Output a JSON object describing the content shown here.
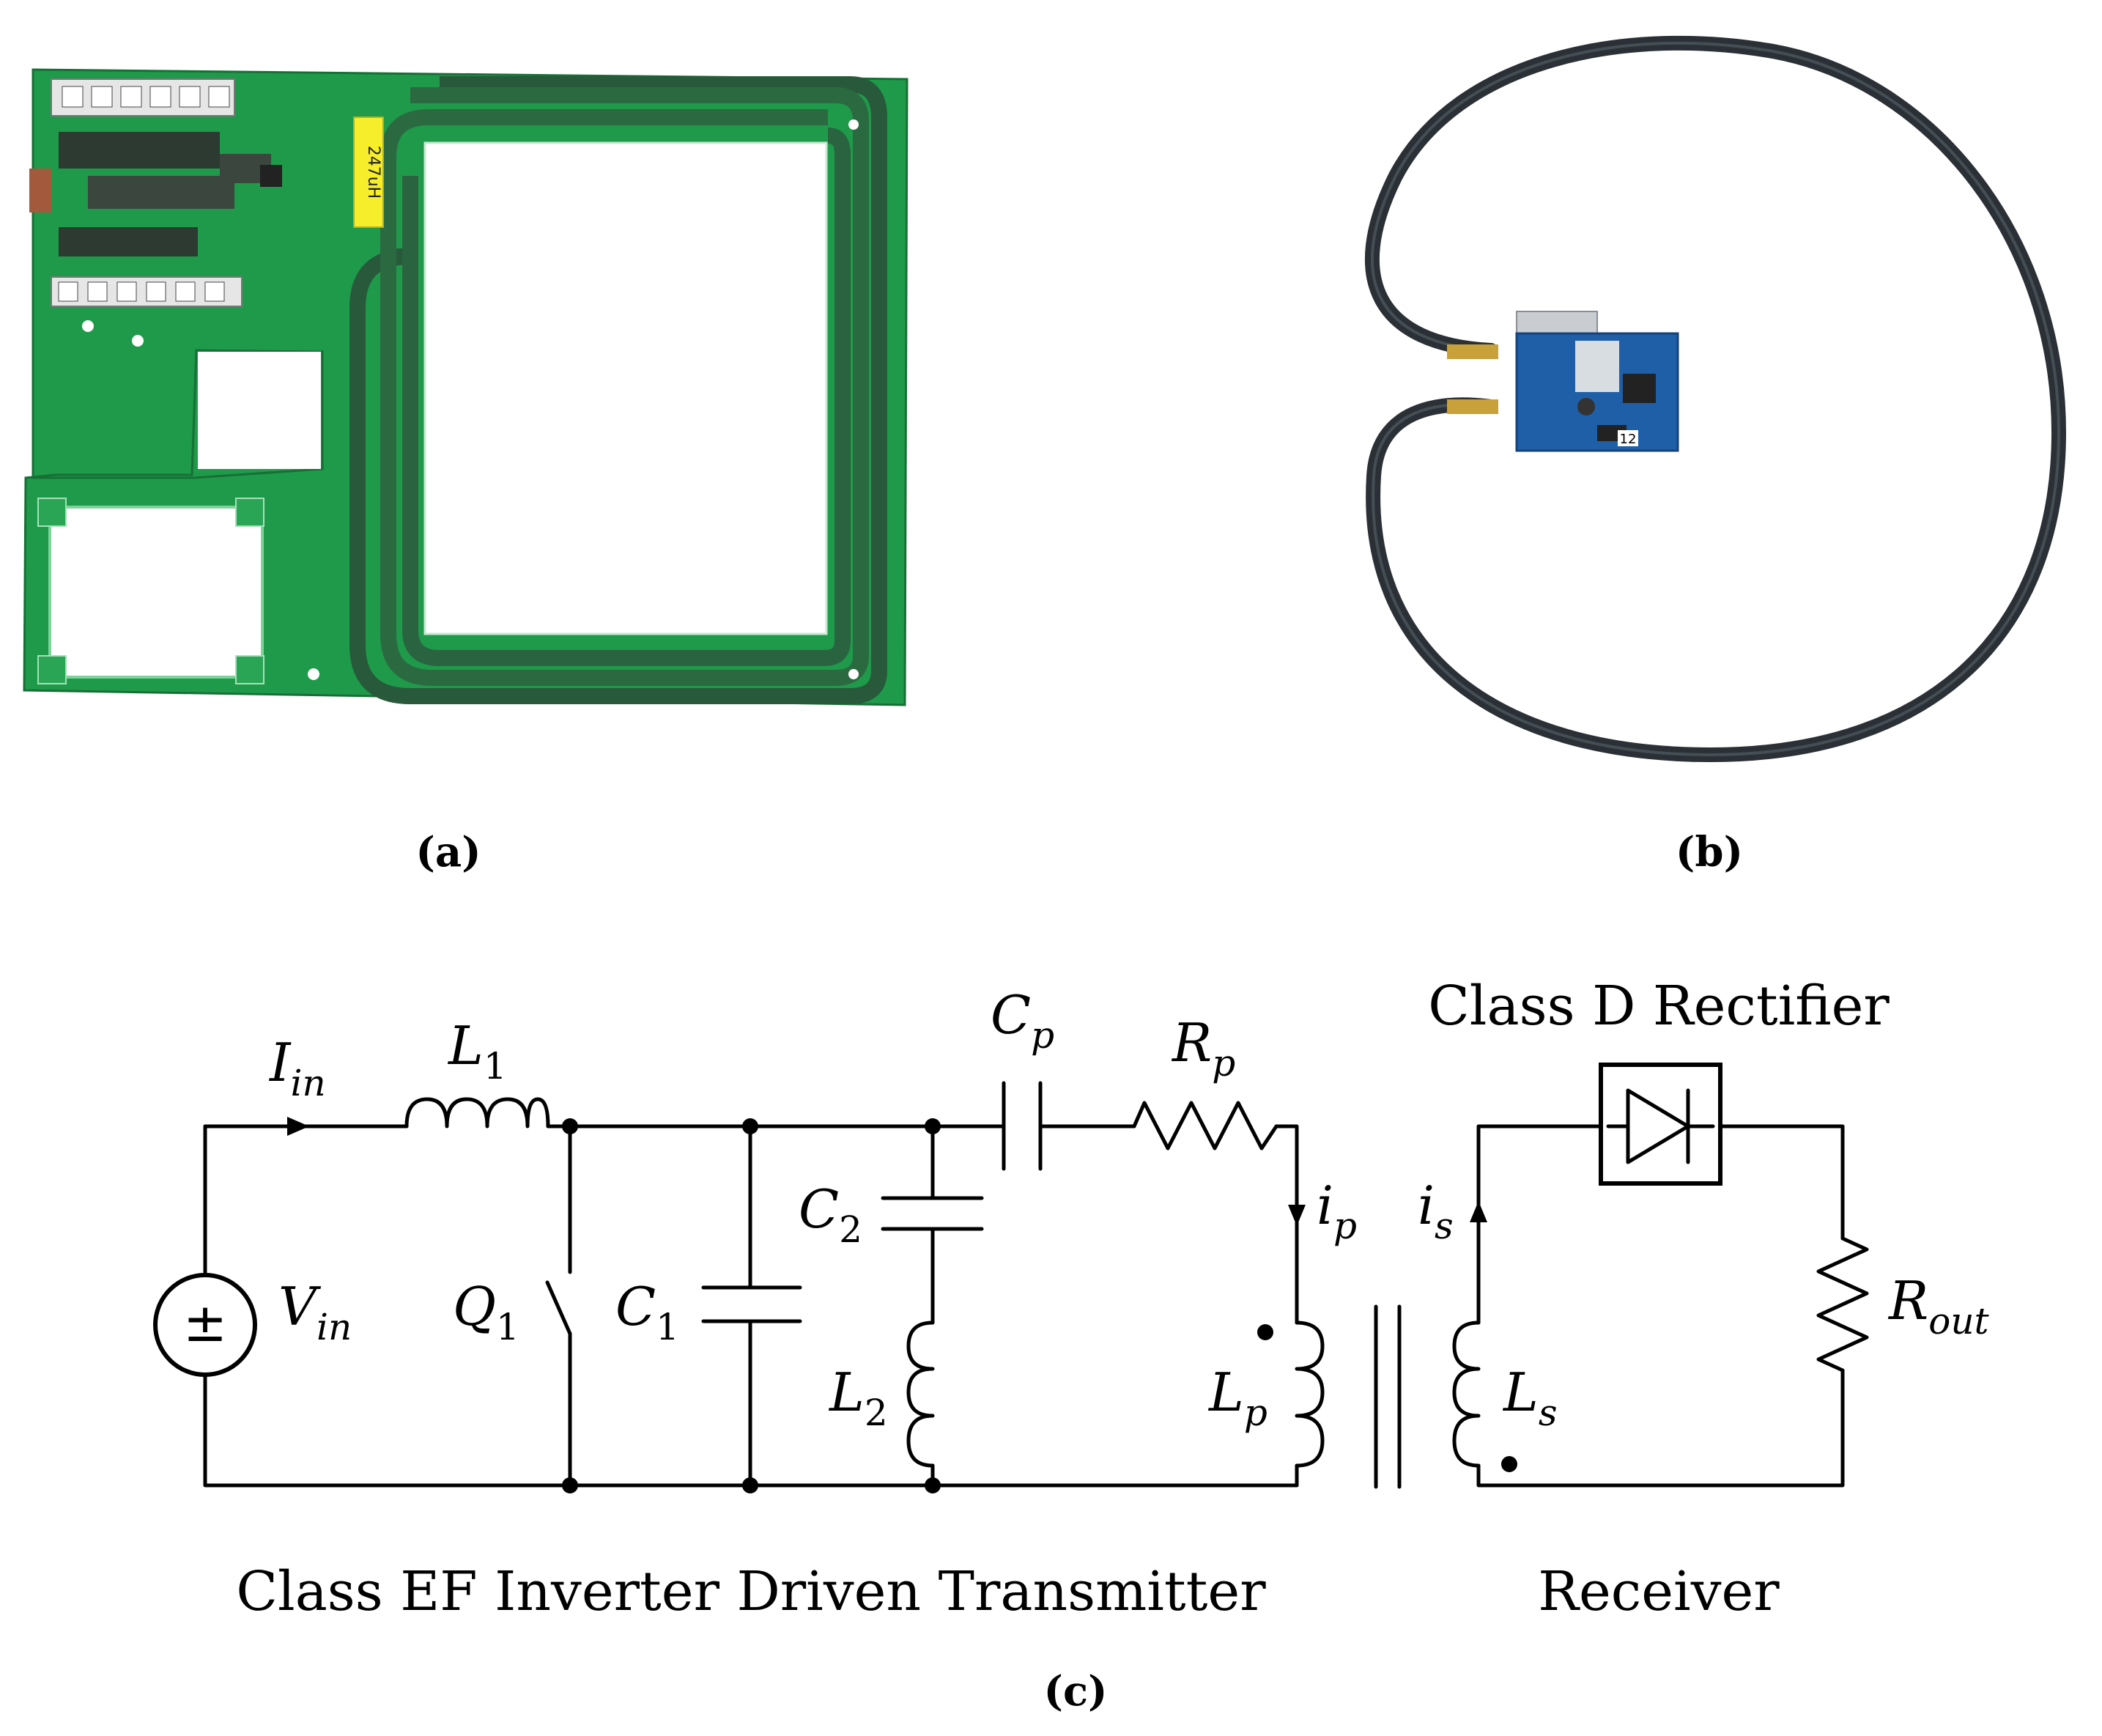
{
  "panels": {
    "a": {
      "caption": "(a)",
      "coil_tag": "247uH"
    },
    "b": {
      "caption": "(b)",
      "board_tag": "12"
    },
    "c": {
      "caption": "(c)",
      "transmitter_title": "Class EF Inverter Driven Transmitter",
      "receiver_title": "Receiver",
      "rectifier_title": "Class D Rectifier",
      "source_symbol": "±",
      "labels": {
        "Iin": {
          "base": "I",
          "sub": "in"
        },
        "Vin": {
          "base": "V",
          "sub": "in"
        },
        "L1": {
          "base": "L",
          "sub": "1"
        },
        "Q1": {
          "base": "Q",
          "sub": "1"
        },
        "C1": {
          "base": "C",
          "sub": "1"
        },
        "C2": {
          "base": "C",
          "sub": "2"
        },
        "L2": {
          "base": "L",
          "sub": "2"
        },
        "Cp": {
          "base": "C",
          "sub": "p"
        },
        "Rp": {
          "base": "R",
          "sub": "p"
        },
        "ip": {
          "base": "i",
          "sub": "p"
        },
        "Lp": {
          "base": "L",
          "sub": "p"
        },
        "is": {
          "base": "i",
          "sub": "s"
        },
        "Ls": {
          "base": "L",
          "sub": "s"
        },
        "Rout": {
          "base": "R",
          "sub": "out"
        }
      }
    }
  }
}
